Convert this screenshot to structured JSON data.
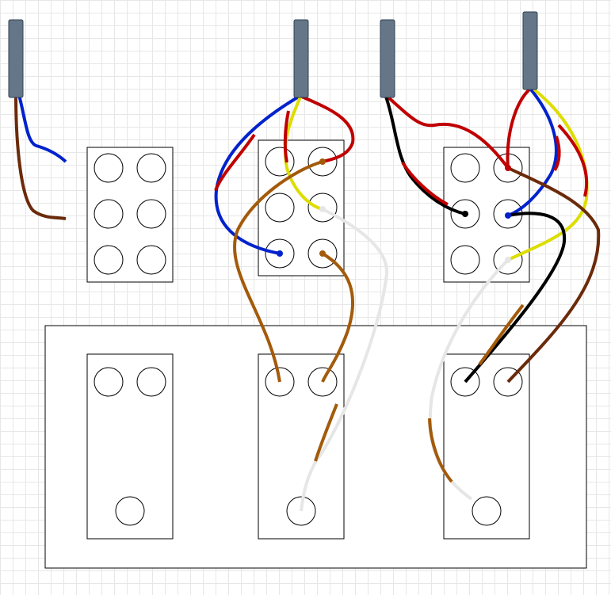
{
  "wire_colors": {
    "blue": "#0022cc",
    "brown": "#6b2a0a",
    "orange_brown": "#a35a0a",
    "red": "#c00000",
    "yellow": "#dddd00",
    "white": "#e6e6e6",
    "black": "#000000"
  },
  "components": {
    "cables": 4,
    "switch_boxes": 3,
    "switch_box_terminals": 6,
    "base_panel_modules": 3
  }
}
